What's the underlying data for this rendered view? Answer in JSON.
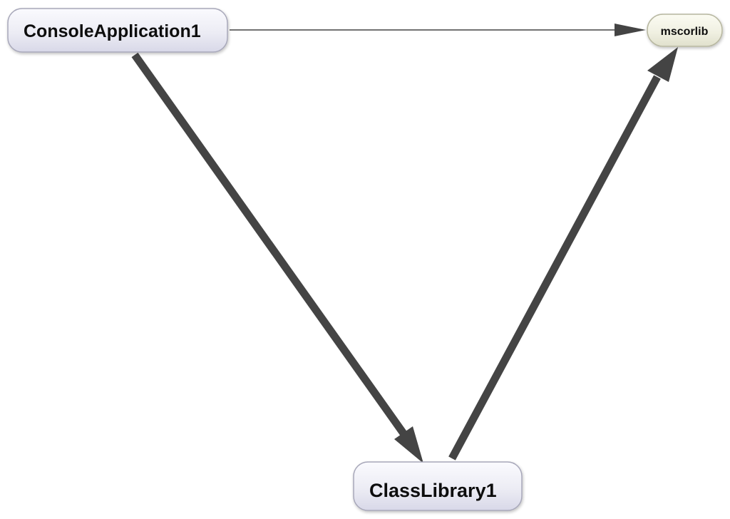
{
  "colors": {
    "edge": "#444444",
    "assembly_node_fill_top": "#fafafe",
    "assembly_node_fill_bottom": "#dcdcea",
    "assembly_node_stroke": "#a7a7b9",
    "external_node_fill_top": "#fbfbf2",
    "external_node_fill_bottom": "#e4e4d2",
    "external_node_stroke": "#b7b7a0",
    "label": "#111111",
    "background": "#ffffff"
  },
  "nodes": {
    "console_app": {
      "label": "ConsoleApplication1",
      "kind": "assembly"
    },
    "class_library": {
      "label": "ClassLibrary1",
      "kind": "assembly"
    },
    "mscorlib": {
      "label": "mscorlib",
      "kind": "external"
    }
  },
  "edges": [
    {
      "from": "ConsoleApplication1",
      "to": "mscorlib",
      "weight": "light"
    },
    {
      "from": "ConsoleApplication1",
      "to": "ClassLibrary1",
      "weight": "heavy"
    },
    {
      "from": "ClassLibrary1",
      "to": "mscorlib",
      "weight": "heavy"
    }
  ]
}
